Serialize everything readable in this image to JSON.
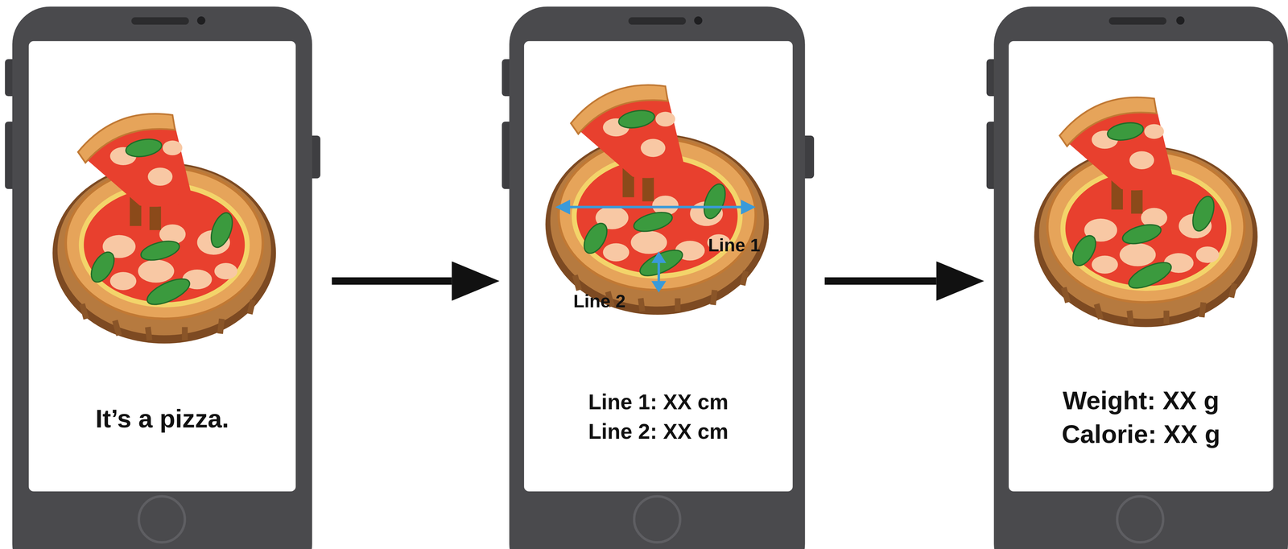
{
  "diagram": {
    "nodes": [
      {
        "text": [
          "It’s a pizza."
        ]
      },
      {
        "text": [
          "Line 1: XX cm",
          "Line 2: XX cm"
        ]
      },
      {
        "text": [
          "Weight: XX g",
          "Calorie: XX g"
        ]
      }
    ],
    "edges": [
      {
        "from": 0,
        "to": 1,
        "arrow": "to"
      },
      {
        "from": 1,
        "to": 2,
        "arrow": "to"
      }
    ],
    "labels": [
      "Line 1",
      "Line 2"
    ]
  }
}
